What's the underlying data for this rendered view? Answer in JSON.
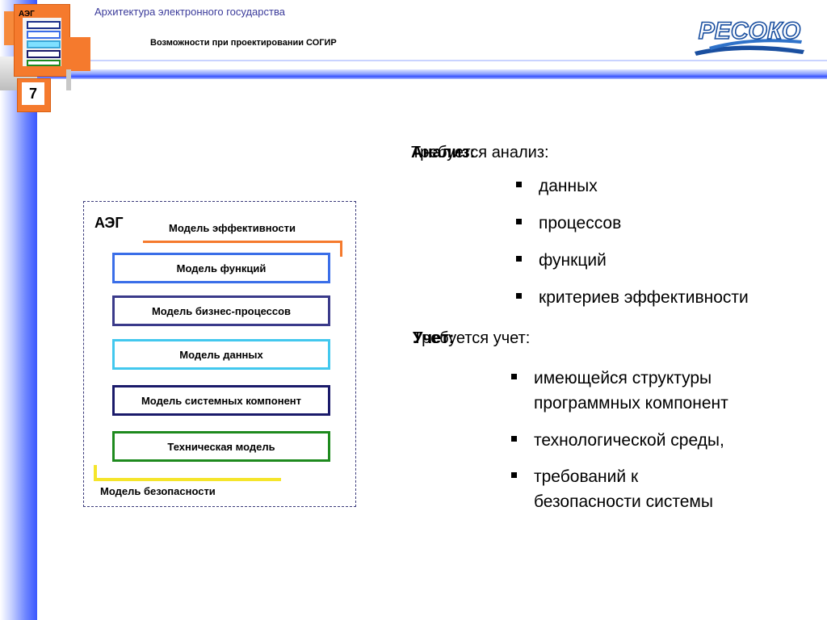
{
  "header": {
    "logo_label": "АЭГ",
    "slide_number": "7",
    "subtitle": "Архитектура электронного государства",
    "title": "Возможности при проектировании СОГИР",
    "brand": "РЕСОКО"
  },
  "diagram": {
    "aeg_label": "АЭГ",
    "efficiency_model": "Модель эффективности",
    "models": [
      {
        "label": "Модель функций",
        "color": "#3a6ee8"
      },
      {
        "label": "Модель бизнес-процессов",
        "color": "#3a3a8a"
      },
      {
        "label": "Модель данных",
        "color": "#42c8ee"
      },
      {
        "label": "Модель системных компонент",
        "color": "#1a1a6a"
      },
      {
        "label": "Техническая модель",
        "color": "#1e8a1e"
      }
    ],
    "security_model": "Модель безопасности"
  },
  "analysis": {
    "heading_bold": "Анализ:",
    "heading_normal": "Требуется анализ:",
    "items": [
      "данных",
      "процессов",
      "функций",
      "критериев эффективности"
    ]
  },
  "accounting": {
    "heading_bold": "Учет:",
    "heading_normal": "Требуется учет:",
    "items": [
      {
        "line1": "имеющейся структуры",
        "line2": "программных компонент"
      },
      {
        "line1": "технологической среды,",
        "line2": ""
      },
      {
        "line1": "требований к",
        "line2": "безопасности системы"
      }
    ]
  }
}
